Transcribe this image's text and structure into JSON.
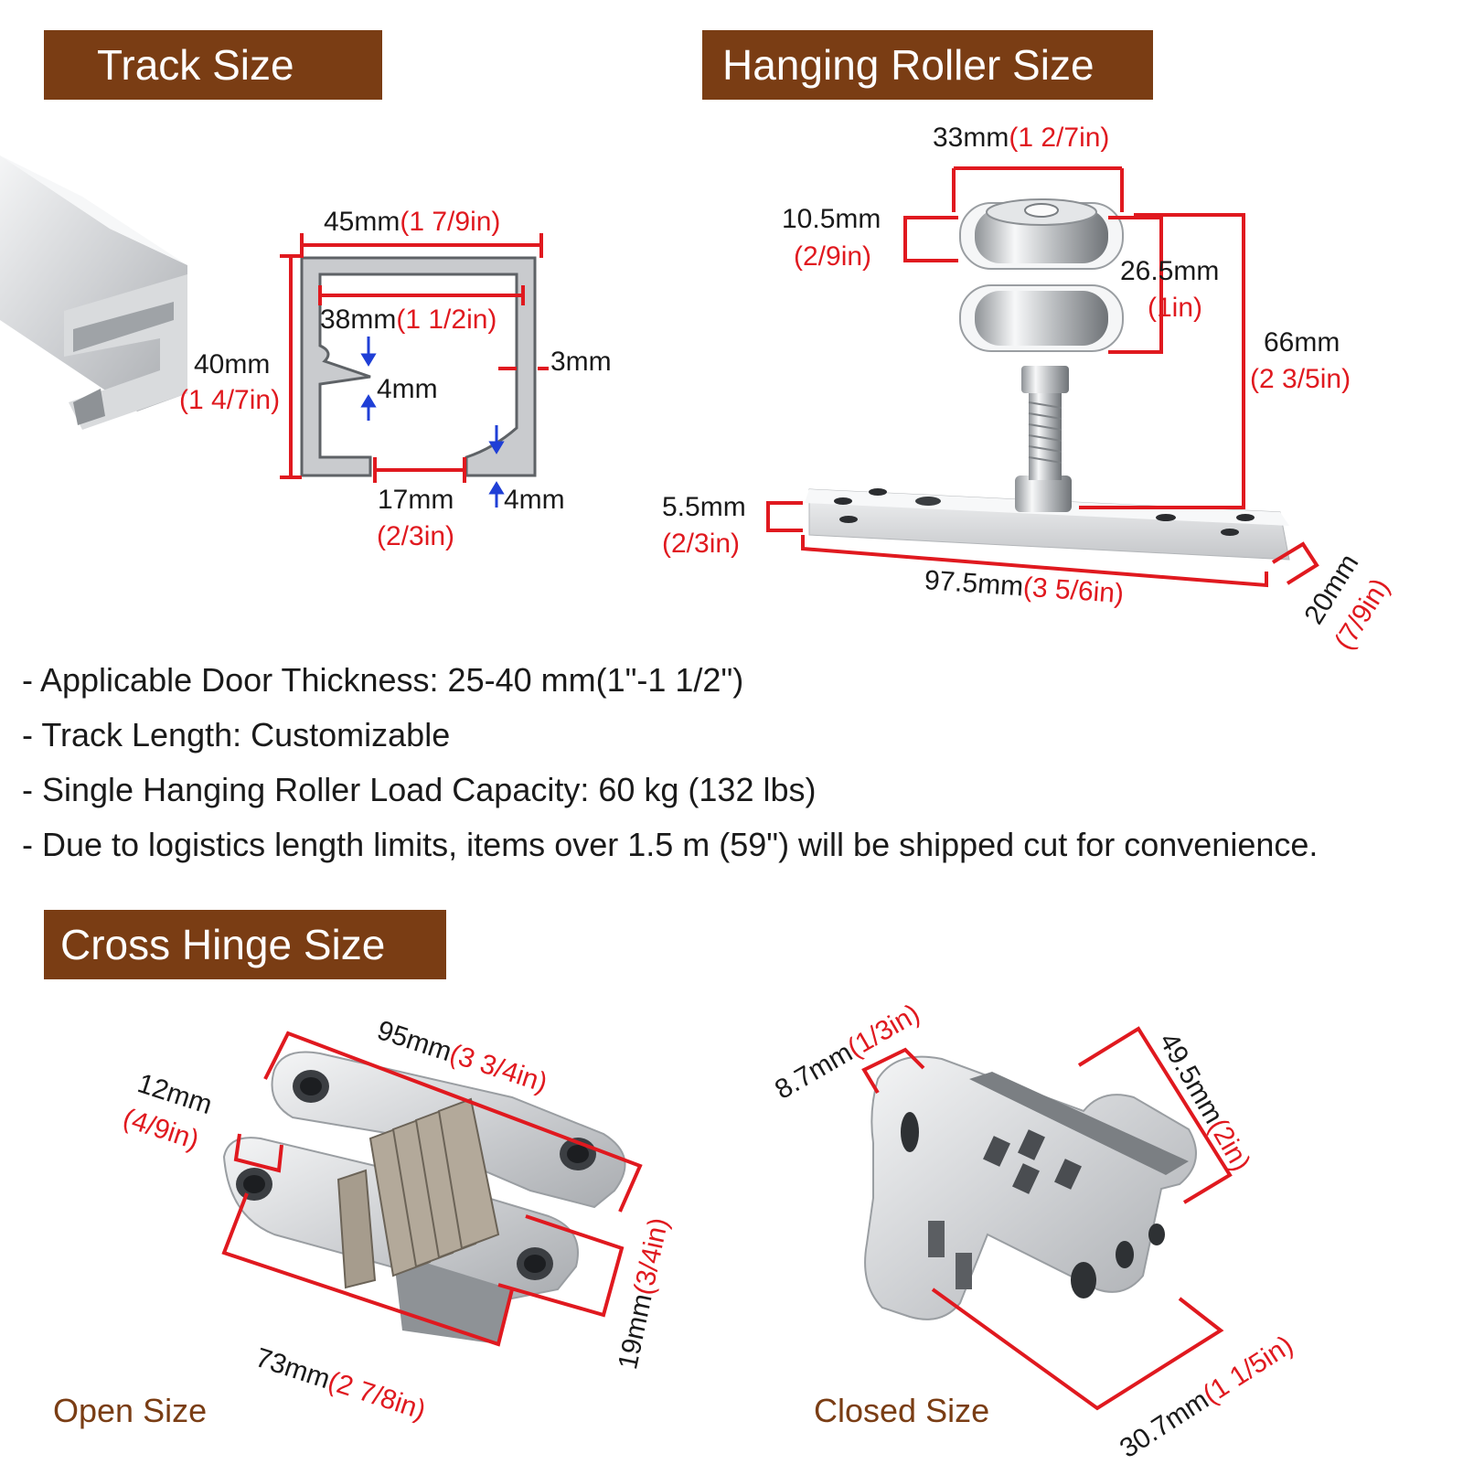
{
  "sections": {
    "track": "Track Size",
    "roller": "Hanging Roller Size",
    "hinge": "Cross Hinge Size"
  },
  "track_dims": {
    "width_mm": "45mm",
    "width_in": "(1 7/9in)",
    "inner_mm": "38mm",
    "inner_in": "(1 1/2in)",
    "height_mm": "40mm",
    "height_in": "(1 4/7in)",
    "wall": "3mm",
    "lip_a": "4mm",
    "lip_b": "4mm",
    "slot_mm": "17mm",
    "slot_in": "(2/3in)"
  },
  "roller_dims": {
    "wheel_mm": "33mm",
    "wheel_in": "(1 2/7in)",
    "wheel_w_mm": "10.5mm",
    "wheel_w_in": "(2/9in)",
    "pair_mm": "26.5mm",
    "pair_in": "(1in)",
    "total_mm": "66mm",
    "total_in": "(2 3/5in)",
    "plate_t_mm": "5.5mm",
    "plate_t_in": "(2/3in)",
    "plate_l_mm": "97.5mm",
    "plate_l_in": "(3 5/6in)",
    "plate_w_mm": "20mm",
    "plate_w_in": "(7/9in)"
  },
  "specs": [
    "- Applicable Door Thickness: 25-40 mm(1\"-1 1/2\")",
    "- Track Length: Customizable",
    "- Single Hanging Roller Load Capacity: 60 kg (132 lbs)",
    "- Due to logistics length limits, items over 1.5 m (59\") will be shipped cut for convenience."
  ],
  "hinge_open": {
    "length_mm": "95mm",
    "length_in": "(3 3/4in)",
    "thick_mm": "12mm",
    "thick_in": "(4/9in)",
    "body_mm": "73mm",
    "body_in": "(2 7/8in)",
    "height_mm": "19mm",
    "height_in": "(3/4in)",
    "caption": "Open Size"
  },
  "hinge_closed": {
    "gap_mm": "8.7mm",
    "gap_in": "(1/3in)",
    "length_mm": "49.5mm",
    "length_in": "(2in)",
    "width_mm": "30.7mm",
    "width_in": "(1 1/5in)",
    "caption": "Closed Size"
  },
  "colors": {
    "banner": "#7a3d14",
    "dimension_red": "#e0191f",
    "arrow_blue": "#1f3fd6",
    "aluminum": "#c8cacc"
  }
}
